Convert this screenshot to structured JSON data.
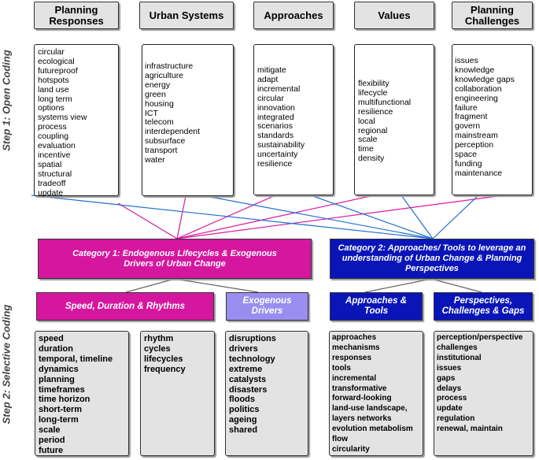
{
  "steps": {
    "open": "Step 1: Open Coding",
    "selective": "Step 2: Selective Coding"
  },
  "headers": [
    {
      "label": "Planning Responses"
    },
    {
      "label": "Urban Systems"
    },
    {
      "label": "Approaches"
    },
    {
      "label": "Values"
    },
    {
      "label": "Planning Challenges"
    }
  ],
  "open_lists": [
    [
      "circular",
      "ecological",
      "futureproof",
      "hotspots",
      "land use",
      "long term",
      "options",
      "systems view",
      "process",
      "coupling",
      "evaluation",
      "incentive",
      "spatial",
      "structural",
      "tradeoff",
      "update"
    ],
    [
      "infrastructure",
      "agriculture",
      "energy",
      "green",
      "housing",
      "ICT",
      "telecom",
      "interdependent",
      "subsurface",
      "transport",
      "water"
    ],
    [
      "mitigate",
      "adapt",
      "incremental",
      "circular",
      "innovation",
      "integrated",
      "scenarios",
      "standards",
      "sustainability",
      "uncertainty",
      "resilience"
    ],
    [
      "flexibility",
      "lifecycle",
      "multifunctional",
      "resilience",
      "local",
      "regional",
      "scale",
      "time",
      "density"
    ],
    [
      "issues",
      "knowledge",
      "knowledge gaps",
      "collaboration",
      "engineering",
      "failure",
      "fragment",
      "govern",
      "mainstream",
      "perception",
      "space",
      "funding",
      "maintenance"
    ]
  ],
  "categories": {
    "cat1": "Category 1: Endogenous Lifecycles & Exogenous Drivers of Urban Change",
    "cat2": "Category 2: Approaches/ Tools to leverage an understanding of Urban Change & Planning Perspectives"
  },
  "subcategories": {
    "speed": "Speed, Duration & Rhythms",
    "exogenous": "Exogenous Drivers",
    "approaches": "Approaches & Tools",
    "perspectives": "Perspectives, Challenges & Gaps"
  },
  "selective_lists": [
    [
      "speed",
      "duration",
      "temporal, timeline",
      "dynamics",
      "planning",
      "timeframes",
      "time horizon",
      "short-term",
      "long-term",
      "scale",
      "period",
      "future"
    ],
    [
      "rhythm",
      "cycles",
      "lifecycles",
      "frequency"
    ],
    [
      "disruptions",
      "drivers",
      "technology",
      "extreme",
      "catalysts",
      "disasters",
      "floods",
      "politics",
      "ageing",
      "shared"
    ],
    [
      "approaches",
      "mechanisms",
      "responses",
      "tools",
      "incremental",
      "transformative",
      "forward-looking",
      "land-use landscape,",
      "layers networks",
      "evolution metabolism",
      "flow",
      "circularity"
    ],
    [
      "perception/perspective",
      "challenges",
      "institutional",
      "issues",
      "gaps",
      "delays",
      "process",
      "update",
      "regulation",
      "renewal, maintain"
    ]
  ],
  "colors": {
    "magenta": "#d5179f",
    "blue": "#0a15b8",
    "lavender": "#9a8df0",
    "grey": "#e3e3e3",
    "link_magenta": "#d8179f",
    "link_blue": "#1f6fd0"
  }
}
